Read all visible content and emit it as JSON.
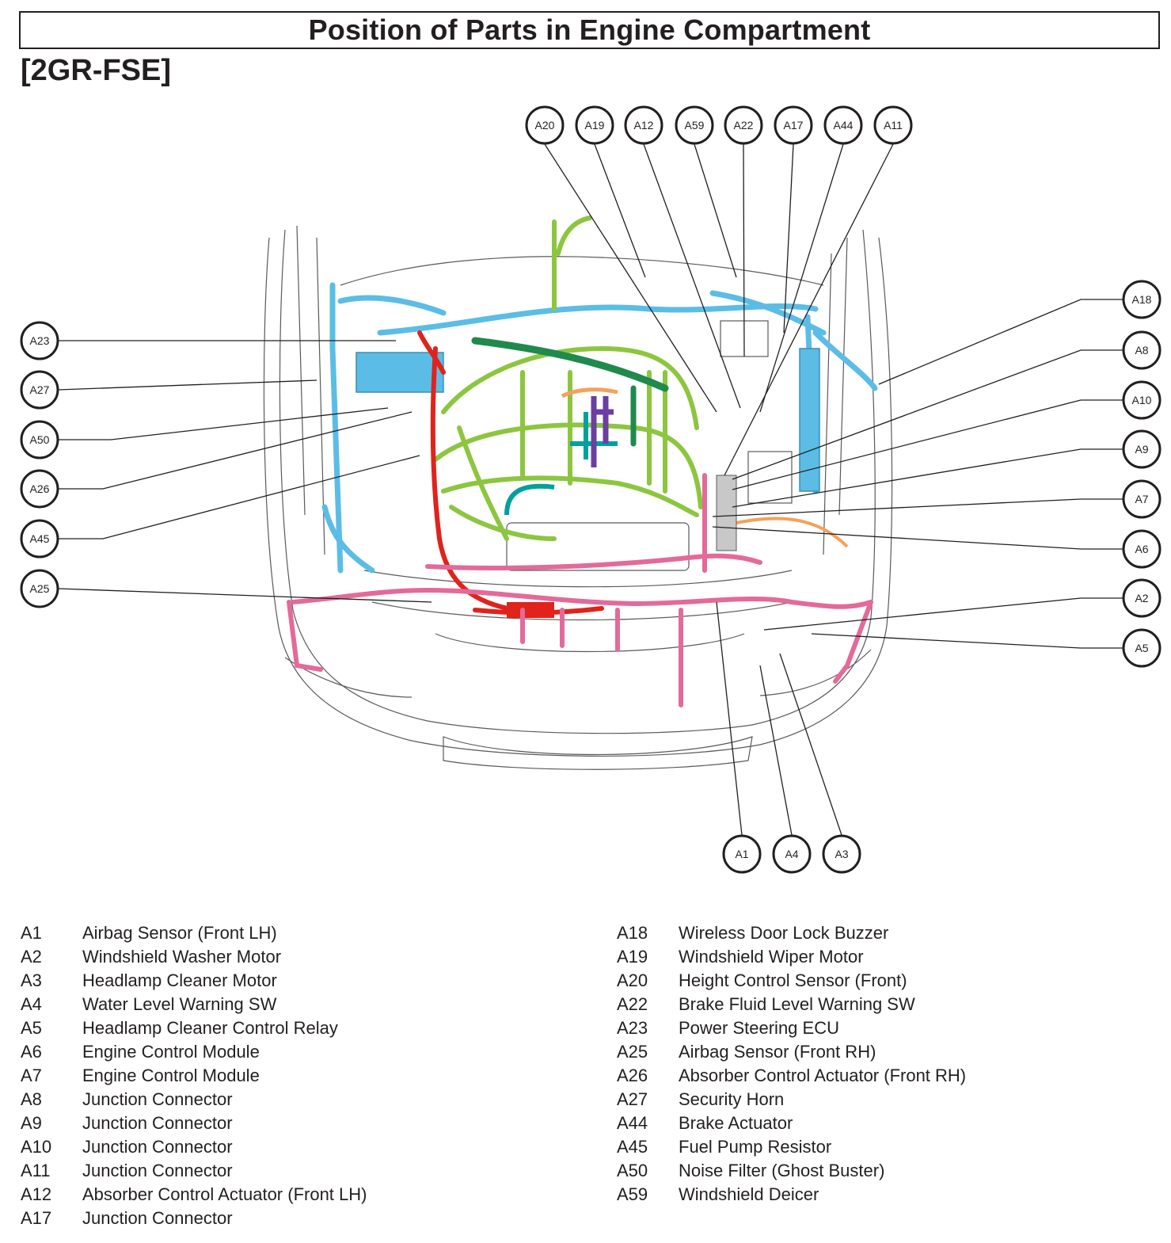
{
  "header": {
    "title": "Position of Parts in Engine Compartment",
    "subtitle": "[2GR-FSE]"
  },
  "callouts": {
    "top": [
      "A20",
      "A19",
      "A12",
      "A59",
      "A22",
      "A17",
      "A44",
      "A11"
    ],
    "left": [
      "A23",
      "A27",
      "A50",
      "A26",
      "A45",
      "A25"
    ],
    "right": [
      "A18",
      "A8",
      "A10",
      "A9",
      "A7",
      "A6",
      "A2",
      "A5"
    ],
    "bottom": [
      "A1",
      "A4",
      "A3"
    ]
  },
  "harness_colors": {
    "blue": "#5bbde6",
    "green": "#8cc63f",
    "dark_green": "#1f8a4c",
    "red": "#e0231b",
    "pink": "#e36a9a",
    "purple": "#6b3fa0",
    "teal": "#00a19a",
    "orange": "#f4a15c"
  },
  "legend": {
    "left": [
      {
        "code": "A1",
        "name": "Airbag Sensor (Front LH)"
      },
      {
        "code": "A2",
        "name": "Windshield Washer Motor"
      },
      {
        "code": "A3",
        "name": "Headlamp Cleaner Motor"
      },
      {
        "code": "A4",
        "name": "Water Level Warning SW"
      },
      {
        "code": "A5",
        "name": "Headlamp Cleaner Control Relay"
      },
      {
        "code": "A6",
        "name": "Engine Control Module"
      },
      {
        "code": "A7",
        "name": "Engine Control Module"
      },
      {
        "code": "A8",
        "name": "Junction Connector"
      },
      {
        "code": "A9",
        "name": "Junction Connector"
      },
      {
        "code": "A10",
        "name": "Junction Connector"
      },
      {
        "code": "A11",
        "name": "Junction Connector"
      },
      {
        "code": "A12",
        "name": "Absorber Control Actuator (Front LH)"
      },
      {
        "code": "A17",
        "name": "Junction Connector"
      }
    ],
    "right": [
      {
        "code": "A18",
        "name": "Wireless Door Lock Buzzer"
      },
      {
        "code": "A19",
        "name": "Windshield Wiper Motor"
      },
      {
        "code": "A20",
        "name": "Height Control Sensor (Front)"
      },
      {
        "code": "A22",
        "name": "Brake Fluid Level Warning SW"
      },
      {
        "code": "A23",
        "name": "Power Steering ECU"
      },
      {
        "code": "A25",
        "name": "Airbag Sensor (Front RH)"
      },
      {
        "code": "A26",
        "name": "Absorber Control Actuator (Front RH)"
      },
      {
        "code": "A27",
        "name": "Security Horn"
      },
      {
        "code": "A44",
        "name": "Brake Actuator"
      },
      {
        "code": "A45",
        "name": "Fuel Pump Resistor"
      },
      {
        "code": "A50",
        "name": "Noise Filter (Ghost Buster)"
      },
      {
        "code": "A59",
        "name": "Windshield Deicer"
      }
    ]
  }
}
